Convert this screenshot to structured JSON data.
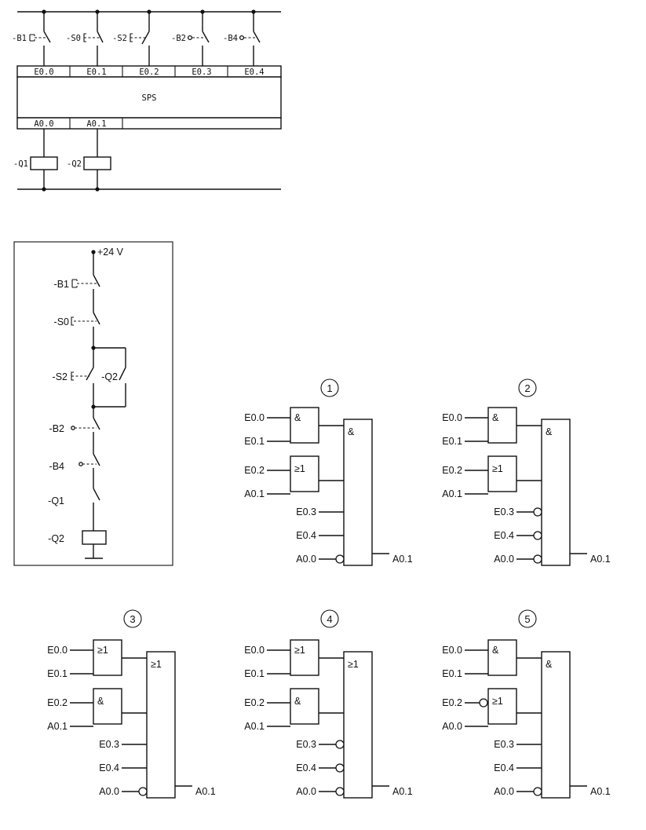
{
  "plc_diagram": {
    "inputs": [
      {
        "device": "-B1",
        "address": "E0.0"
      },
      {
        "device": "-S0",
        "address": "E0.1"
      },
      {
        "device": "-S2",
        "address": "E0.2"
      },
      {
        "device": "-B2",
        "address": "E0.3"
      },
      {
        "device": "-B4",
        "address": "E0.4"
      }
    ],
    "controller_label": "SPS",
    "outputs": [
      {
        "device": "-Q1",
        "address": "A0.0"
      },
      {
        "device": "-Q2",
        "address": "A0.1"
      }
    ]
  },
  "circuit_diagram": {
    "supply": "+24 V",
    "contacts": {
      "b1": "-B1",
      "s0": "-S0",
      "s2": "-S2",
      "q2_holding": "-Q2",
      "b2": "-B2",
      "b4": "-B4",
      "q1": "-Q1"
    },
    "coil": "-Q2"
  },
  "options": [
    {
      "number": "1",
      "gate1": {
        "symbol": "&",
        "in1": "E0.0",
        "in2": "E0.1"
      },
      "gate2": {
        "symbol": "≥1",
        "in1": "E0.2",
        "in2": "A0.1"
      },
      "main": {
        "symbol": "&"
      },
      "extra_inputs": [
        "E0.3",
        "E0.4",
        "A0.0"
      ],
      "output": "A0.1"
    },
    {
      "number": "2",
      "gate1": {
        "symbol": "&",
        "in1": "E0.0",
        "in2": "E0.1"
      },
      "gate2": {
        "symbol": "≥1",
        "in1": "E0.2",
        "in2": "A0.1"
      },
      "main": {
        "symbol": "&"
      },
      "extra_inputs": [
        "E0.3",
        "E0.4",
        "A0.0"
      ],
      "output": "A0.1"
    },
    {
      "number": "3",
      "gate1": {
        "symbol": "≥1",
        "in1": "E0.0",
        "in2": "E0.1"
      },
      "gate2": {
        "symbol": "&",
        "in1": "E0.2",
        "in2": "A0.1"
      },
      "main": {
        "symbol": "≥1"
      },
      "extra_inputs": [
        "E0.3",
        "E0.4",
        "A0.0"
      ],
      "output": "A0.1"
    },
    {
      "number": "4",
      "gate1": {
        "symbol": "≥1",
        "in1": "E0.0",
        "in2": "E0.1"
      },
      "gate2": {
        "symbol": "&",
        "in1": "E0.2",
        "in2": "A0.1"
      },
      "main": {
        "symbol": "≥1"
      },
      "extra_inputs": [
        "E0.3",
        "E0.4",
        "A0.0"
      ],
      "output": "A0.1"
    },
    {
      "number": "5",
      "gate1": {
        "symbol": "&",
        "in1": "E0.0",
        "in2": "E0.1"
      },
      "gate2": {
        "symbol": "≥1",
        "in1": "E0.2",
        "in2": "A0.0"
      },
      "main": {
        "symbol": "&"
      },
      "extra_inputs": [
        "E0.3",
        "E0.4",
        "A0.0"
      ],
      "output": "A0.1"
    }
  ]
}
